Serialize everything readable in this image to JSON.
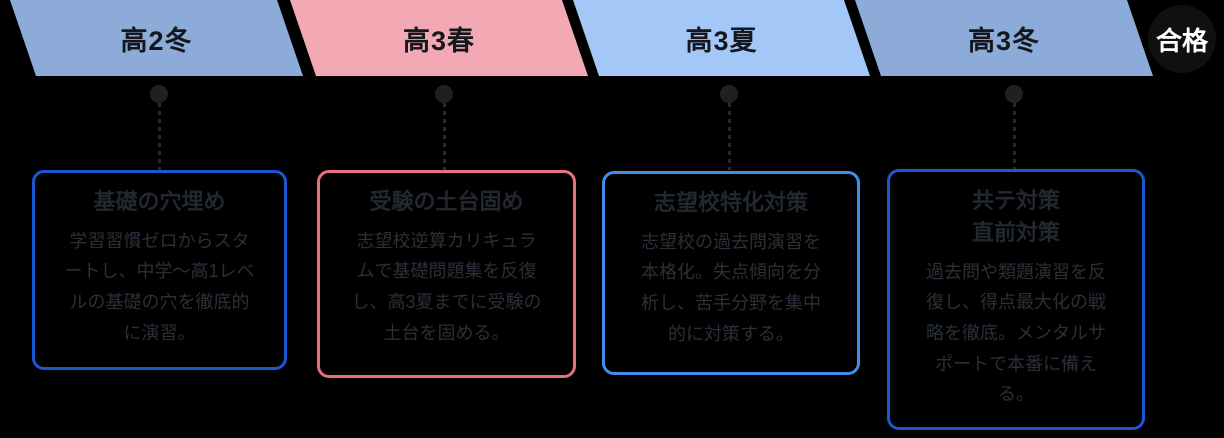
{
  "stages": [
    {
      "period": "高2冬",
      "chevron_color": "#8cabd9",
      "box_border_color": "#1b57d0",
      "title": "基礎の穴埋め",
      "description": "学習習慣ゼロからスタートし、中学〜高1レベルの基礎の穴を徹底的に演習。"
    },
    {
      "period": "高3春",
      "chevron_color": "#f2a9b4",
      "box_border_color": "#e5707e",
      "title": "受験の土台固め",
      "description": "志望校逆算カリキュラムで基礎問題集を反復し、高3夏までに受験の土台を固める。"
    },
    {
      "period": "高3夏",
      "chevron_color": "#a3c8f7",
      "box_border_color": "#3f8fe8",
      "title": "志望校特化対策",
      "description": "志望校の過去問演習を本格化。失点傾向を分析し、苦手分野を集中的に対策する。"
    },
    {
      "period": "高3冬",
      "chevron_color": "#8cabd9",
      "box_border_color": "#1b57d0",
      "title": "共テ対策\n直前対策",
      "description": "過去問や類題演習を反復し、得点最大化の戦略を徹底。メンタルサポートで本番に備える。"
    }
  ],
  "goal": {
    "label": "合格",
    "circle_color": "#101013",
    "text_color": "#ffffff"
  },
  "colors": {
    "background": "#000000",
    "chevron_label_text": "#16171d",
    "box_title_text": "#23272f",
    "box_body_text": "#2a2f38",
    "connector": "#2a2a2a",
    "dot": "#202020"
  }
}
